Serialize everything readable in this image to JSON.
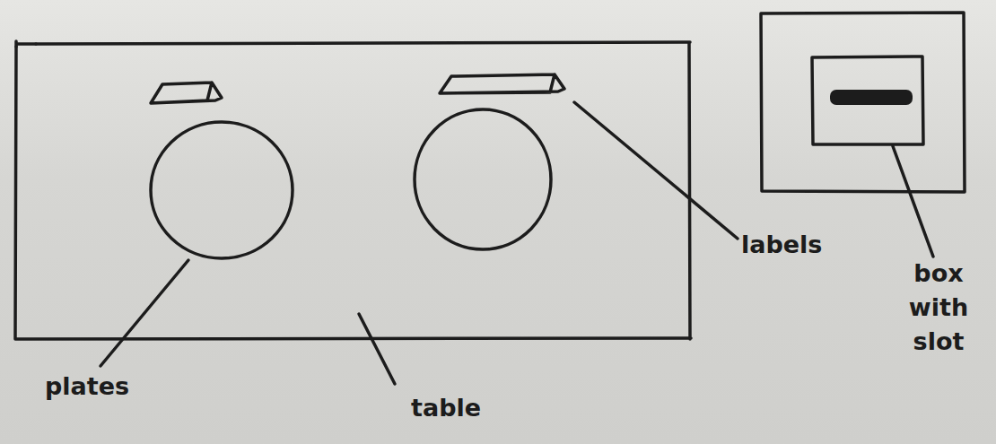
{
  "diagram": {
    "labels": [
      "labels",
      "box with slot",
      "plates",
      "table"
    ]
  }
}
